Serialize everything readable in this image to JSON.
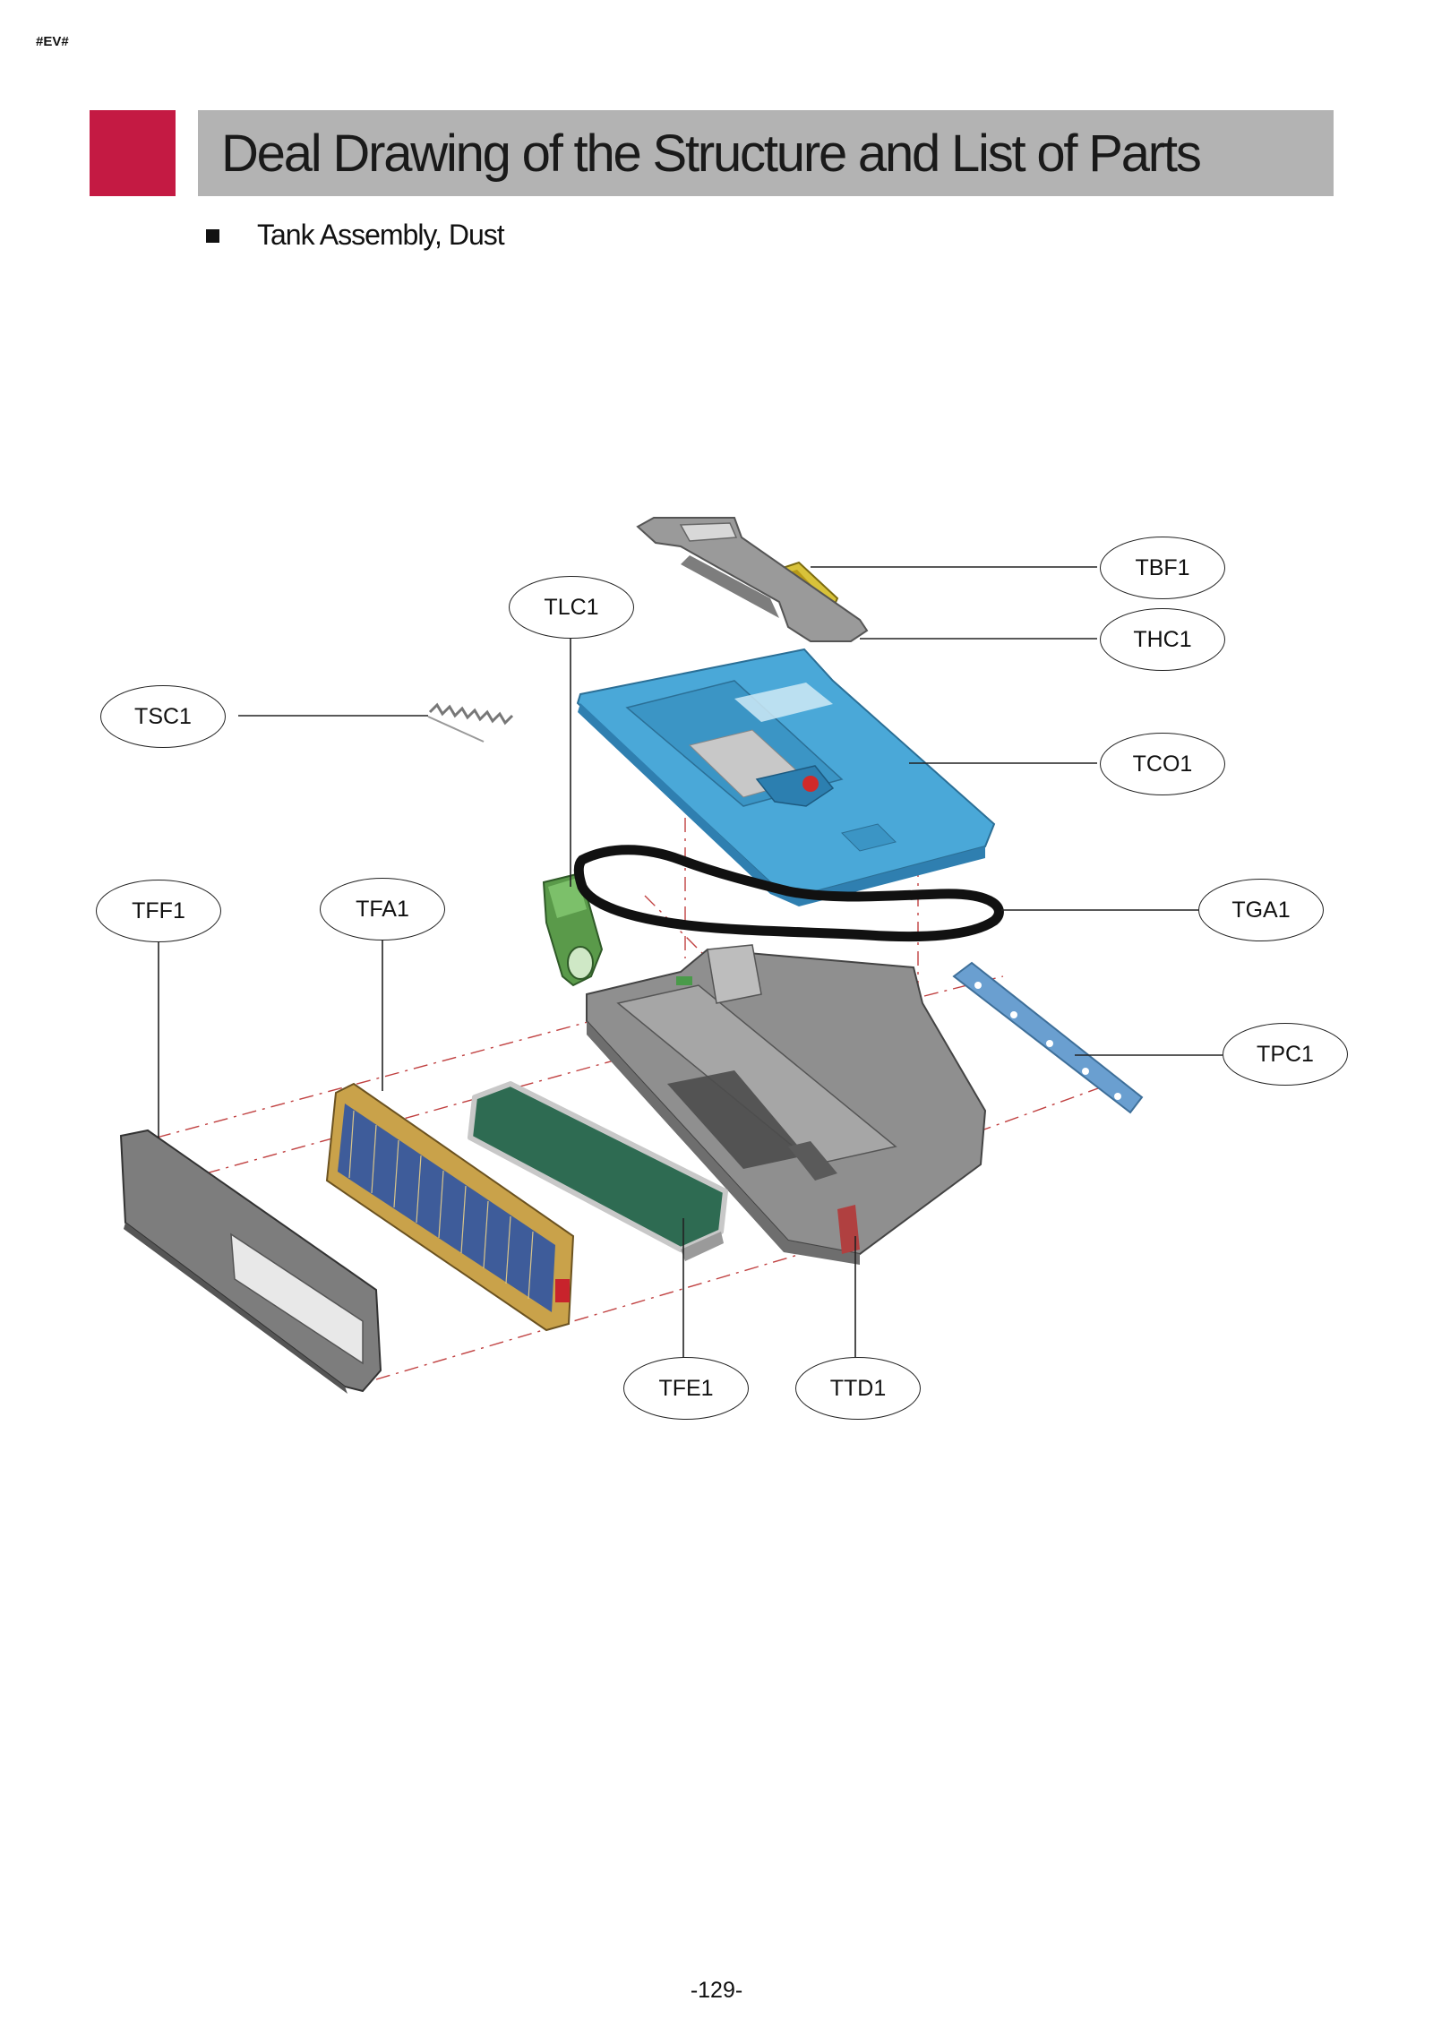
{
  "header": {
    "corner_tag": "#EV#",
    "title": "Deal Drawing of the Structure and List of Parts",
    "subtitle": "Tank Assembly, Dust"
  },
  "callouts": [
    {
      "id": "tbf1",
      "label": "TBF1"
    },
    {
      "id": "thc1",
      "label": "THC1"
    },
    {
      "id": "tlc1",
      "label": "TLC1"
    },
    {
      "id": "tsc1",
      "label": "TSC1"
    },
    {
      "id": "tco1",
      "label": "TCO1"
    },
    {
      "id": "tff1",
      "label": "TFF1"
    },
    {
      "id": "tfa1",
      "label": "TFA1"
    },
    {
      "id": "tga1",
      "label": "TGA1"
    },
    {
      "id": "tpc1",
      "label": "TPC1"
    },
    {
      "id": "tfe1",
      "label": "TFE1"
    },
    {
      "id": "ttd1",
      "label": "TTD1"
    }
  ],
  "colors": {
    "accent_red": "#c41a43",
    "title_bar_gray": "#b3b3b3",
    "cover_blue": "#4aa8d8",
    "filter_green": "#2e6b52",
    "latch_green": "#5a9a4a",
    "filter_frame_gold": "#c9a24a",
    "plate_blue": "#6a9fd0"
  },
  "footer": {
    "page_number": "-129-"
  }
}
